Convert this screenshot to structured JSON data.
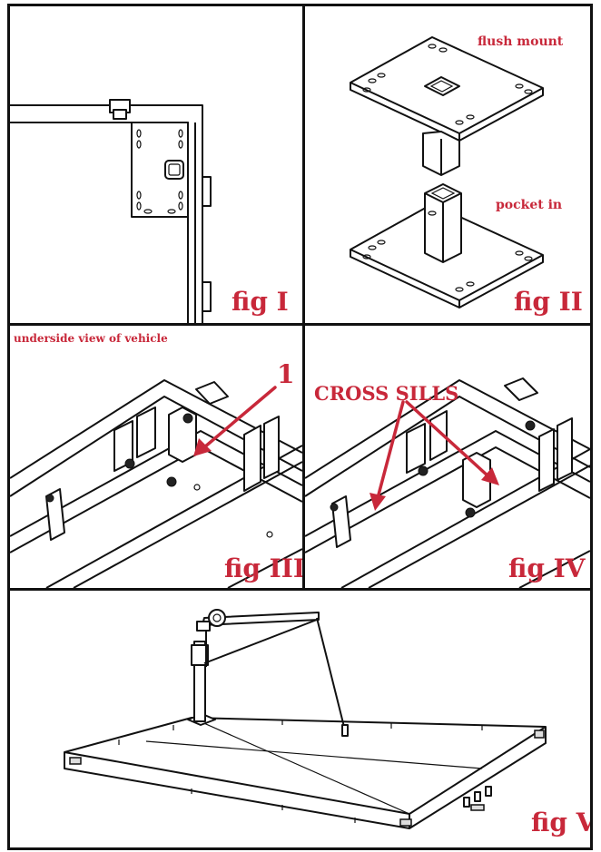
{
  "figures": {
    "fig1": {
      "label": "fig I"
    },
    "fig2": {
      "label": "fig II",
      "callouts": {
        "top": "flush mount",
        "bottom": "pocket in"
      }
    },
    "fig3": {
      "label": "fig III",
      "caption": "underside view of vehicle",
      "callout": "1"
    },
    "fig4": {
      "label": "fig IV",
      "callout": "CROSS SILLS"
    },
    "fig5": {
      "label": "fig V"
    }
  },
  "colors": {
    "accent": "#c8283a",
    "line": "#111111",
    "background": "#ffffff"
  }
}
